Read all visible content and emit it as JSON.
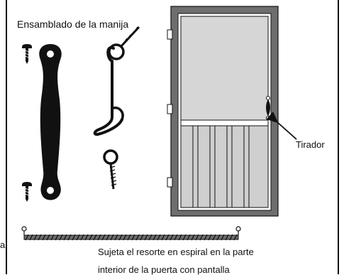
{
  "diagram": {
    "title": "Ensamblado de la manija",
    "handle_label": "Tirador",
    "spring_caption_line1": "Sujeta el resorte en espiral en la parte",
    "spring_caption_line2": "interior de la puerta con pantalla",
    "edge_mark": "a"
  },
  "colors": {
    "ink": "#111111",
    "door_frame": "#6e6e6e",
    "screen_fill": "#d6d6d6",
    "panel_fill": "#cfcfcf",
    "background": "#ffffff"
  },
  "icons": [
    "screw-icon",
    "door-pull-handle-icon",
    "hook-and-eye-icon",
    "screw-eye-icon",
    "screen-door-icon",
    "spring-icon",
    "arrow-icon"
  ]
}
